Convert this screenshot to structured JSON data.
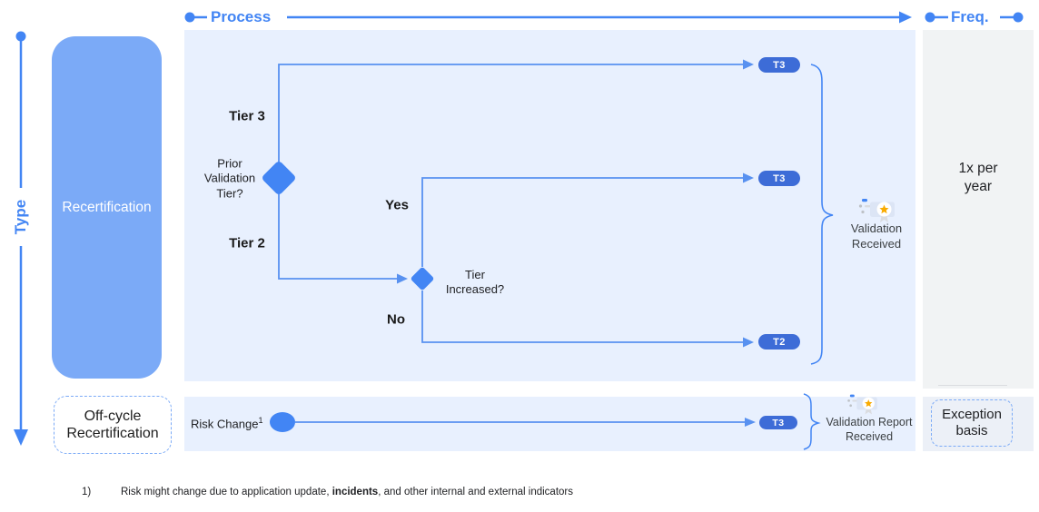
{
  "colors": {
    "accent_blue": "#4285F4",
    "line_blue": "#5891F0",
    "pill_blue": "#3D6CD7",
    "recert_fill": "#7BAAF7",
    "process_panel_fill": "#E8F0FE",
    "freq_panel_fill": "#F1F3F4",
    "offcycle_freq_fill": "#ECF0F7",
    "dashed_border_blue": "#7BAAF7",
    "text_dark": "#202124",
    "star_yellow": "#F9AB00"
  },
  "axes": {
    "process_label": "Process",
    "freq_label": "Freq.",
    "type_label": "Type"
  },
  "type_rows": {
    "recertification": "Recertification",
    "off_cycle": "Off-cycle\nRecertification"
  },
  "flow": {
    "tier3": "Tier 3",
    "tier2": "Tier 2",
    "decision_prior": "Prior\nValidation\nTier?",
    "yes": "Yes",
    "no": "No",
    "decision_increase": "Tier\nIncreased?",
    "pill_t3_top": "T3",
    "pill_t3_mid": "T3",
    "pill_t2": "T2",
    "outcome_validation": "Validation\nReceived"
  },
  "freq": {
    "yearly": "1x per\nyear",
    "exception": "Exception\nbasis"
  },
  "off_cycle_flow": {
    "risk_change": "Risk Change",
    "risk_change_sup": "1",
    "pill_t3": "T3",
    "outcome_report": "Validation Report\nReceived"
  },
  "footnote": {
    "marker": "1)",
    "prefix": "Risk might change due to application update, ",
    "bold": "incidents",
    "suffix": ", and other internal and external indicators"
  }
}
